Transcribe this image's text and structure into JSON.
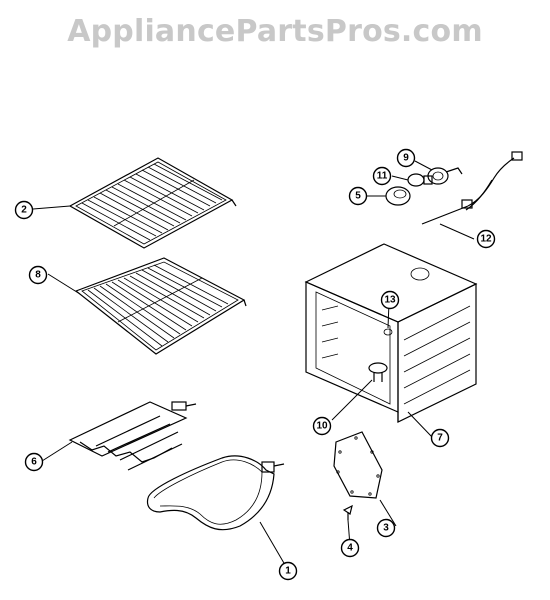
{
  "watermark": "AppliancePartsPros.com",
  "callouts": {
    "c1": "1",
    "c2": "2",
    "c3": "3",
    "c4": "4",
    "c5": "5",
    "c6": "6",
    "c7": "7",
    "c8": "8",
    "c9": "9",
    "c10": "10",
    "c11": "11",
    "c12": "12",
    "c13": "13"
  }
}
